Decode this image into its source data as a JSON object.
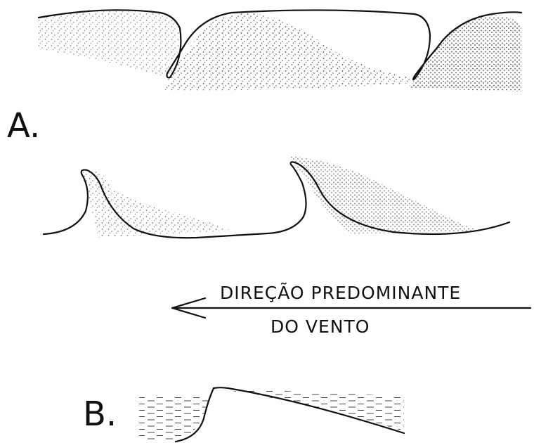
{
  "panels": {
    "a_label": "A.",
    "b_label": "B."
  },
  "wind": {
    "line1": "DIREÇÃO PREDOMINANTE",
    "line2": "DO VENTO"
  },
  "colors": {
    "ink": "#111111",
    "background": "#ffffff"
  }
}
